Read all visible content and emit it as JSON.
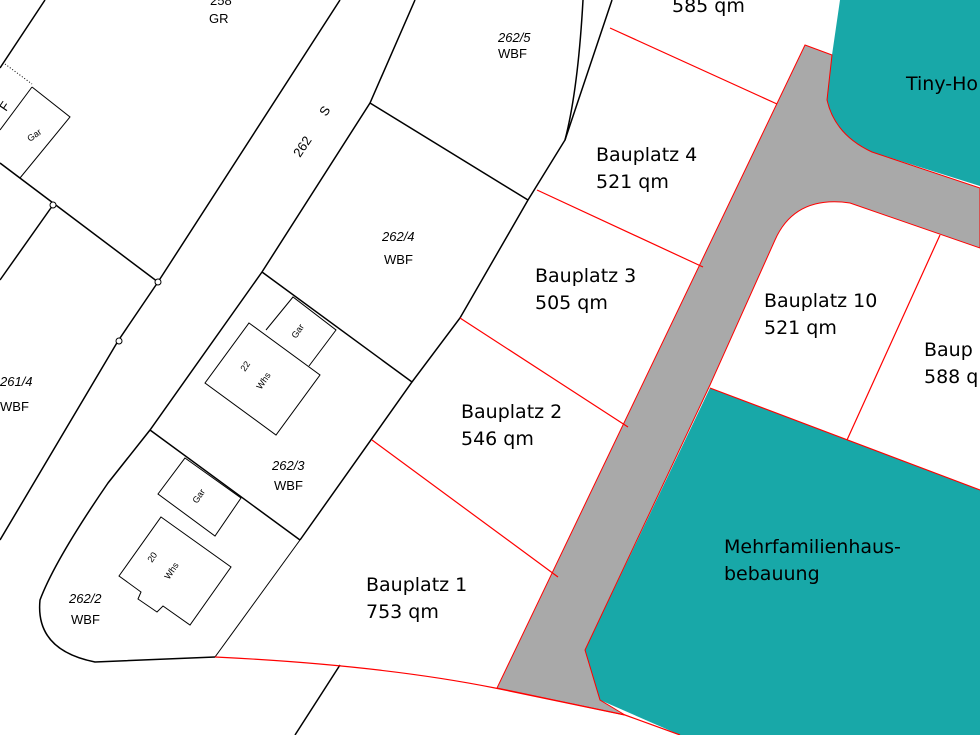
{
  "colors": {
    "green_area": "#18a8a8",
    "road": "#a9a9a9",
    "new_boundary": "#ff0000",
    "existing_boundary": "#000000"
  },
  "parcels": [
    {
      "number": "258",
      "use": "GR"
    },
    {
      "number": "262/5",
      "use": "WBF"
    },
    {
      "number": "262",
      "use": "S"
    },
    {
      "number": "262/4",
      "use": "WBF"
    },
    {
      "number": "261/4",
      "use": "WBF"
    },
    {
      "number": "262/3",
      "use": "WBF"
    },
    {
      "number": "262/2",
      "use": "WBF"
    }
  ],
  "buildings": [
    {
      "label": "Gar"
    },
    {
      "label": "Gar"
    },
    {
      "label": "Whs",
      "house_number": "22"
    },
    {
      "label": "Gar"
    },
    {
      "label": "Whs",
      "house_number": "20"
    }
  ],
  "partial_left_label": "F",
  "plots": [
    {
      "name": "",
      "area": "585 qm"
    },
    {
      "name": "Bauplatz 4",
      "area": "521 qm"
    },
    {
      "name": "Bauplatz 3",
      "area": "505 qm"
    },
    {
      "name": "Bauplatz 2",
      "area": "546 qm"
    },
    {
      "name": "Bauplatz 1",
      "area": "753 qm"
    },
    {
      "name": "Bauplatz 10",
      "area": "521 qm"
    },
    {
      "name": "Baup",
      "area": "588 q"
    }
  ],
  "zones": {
    "tiny_house": "Tiny-Ho",
    "multi_family_1": "Mehrfamilienhaus-",
    "multi_family_2": "bebauung"
  }
}
